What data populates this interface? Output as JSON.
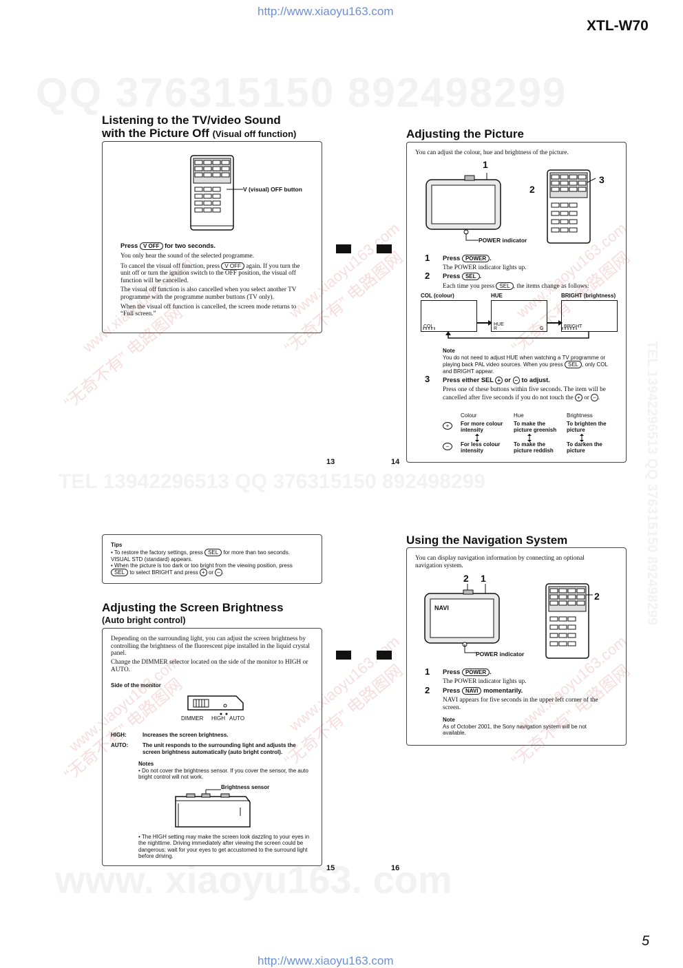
{
  "header": {
    "url_top": "http://www.xiaoyu163.com",
    "model": "XTL-W70",
    "url_bottom": "http://www.xiaoyu163.com",
    "page_number": "5"
  },
  "watermarks": {
    "qq_line": "QQ 376315150  892498299",
    "tel_line": "TEL 13942296513   QQ 376315150  892498299",
    "mid_line": "TEL 13942296513   QQ 376315150  892498299",
    "www_line": "www. xiaoyu163. com",
    "side_text": "TEL 13942296513  QQ 376315150  892498299",
    "diag_1": "“无奇不有” 电路图网",
    "diag_2": "www.xiaoyu163.com"
  },
  "visual_off": {
    "title_1": "Listening to the TV/video Sound",
    "title_2": "with the Picture Off",
    "title_2_small": "(Visual off function)",
    "callout": "V (visual) OFF button",
    "press_pre": "Press",
    "press_key": "V OFF",
    "press_post": "for two seconds.",
    "p1": "You only hear the sound of the selected programme.",
    "p2_pre": "To cancel the visual off function, press",
    "p2_key": "V OFF",
    "p2_post": "again. If you turn the unit off or turn the ignition switch to the OFF position, the visual off function will be cancelled.",
    "p3": "The visual off function is also cancelled when you select another TV programme with the programme number buttons (TV only).",
    "p4": "When the visual off function is cancelled, the screen mode returns to “Full screen.”",
    "page": "13"
  },
  "adjust_picture": {
    "title": "Adjusting the Picture",
    "intro": "You can adjust the colour, hue and brightness of the picture.",
    "callout_1": "1",
    "callout_2": "2",
    "callout_3": "3",
    "power_indicator": "POWER indicator",
    "step1_num": "1",
    "step1_pre": "Press",
    "step1_key": "POWER",
    "step1_text": "The POWER indicator lights up.",
    "step2_num": "2",
    "step2_pre": "Press",
    "step2_key": "SEL",
    "step2_text_pre": "Each time you press",
    "step2_text_key": "SEL",
    "step2_text_post": ", the items change as follows:",
    "cycle": [
      {
        "label": "COL (colour)",
        "screen": "COL"
      },
      {
        "label": "HUE",
        "screen": "HUE"
      },
      {
        "label": "BRIGHT (brightness)",
        "screen": "BRIGHT"
      }
    ],
    "hue_r": "R",
    "hue_g": "G",
    "note_title": "Note",
    "note_text_pre": "You do not need to adjust HUE when watching a TV programme or playing back PAL video sources. When you press",
    "note_key": "SEL",
    "note_text_post": ", only COL and BRIGHT appear.",
    "step3_num": "3",
    "step3_pre": "Press either SEL",
    "step3_plus": "+",
    "step3_or": "or",
    "step3_minus": "–",
    "step3_post": "to adjust.",
    "step3_text": "Press one of these buttons within five seconds. The item will be cancelled after five seconds if you do not touch the",
    "step3_text_end": "or",
    "table": {
      "headers": [
        "Colour",
        "Hue",
        "Brightness"
      ],
      "plus_row": [
        "For more colour intensity",
        "To make the picture greenish",
        "To brighten the picture"
      ],
      "minus_row": [
        "For less colour intensity",
        "To make the picture reddish",
        "To darken the picture"
      ]
    },
    "page": "14"
  },
  "tips": {
    "title": "Tips",
    "tip1_pre": "• To restore the factory settings, press",
    "tip1_key": "SEL",
    "tip1_post": "for more than two seconds. VISUAL STD (standard) appears.",
    "tip2_pre": "• When the picture is too dark or too bright from the viewing position, press",
    "tip2_key": "SEL",
    "tip2_mid": "to select BRIGHT and press",
    "tip2_plus": "+",
    "tip2_or": "or",
    "tip2_minus": "–"
  },
  "brightness": {
    "title": "Adjusting the Screen Brightness",
    "subtitle": "(Auto bright control)",
    "intro": "Depending on the surrounding light, you can adjust the screen brightness by controlling the brightness of the fluorescent pipe installed in the liquid crystal panel.",
    "intro2": "Change the DIMMER selector located on the side of the monitor to HIGH or AUTO.",
    "side_label": "Side of the monitor",
    "dimmer": "DIMMER",
    "high": "HIGH",
    "auto": "AUTO",
    "defs": [
      {
        "term": "HIGH:",
        "desc": "Increases the screen brightness."
      },
      {
        "term": "AUTO:",
        "desc": "The unit responds to the surrounding light and adjusts the screen brightness automatically (auto bright control)."
      }
    ],
    "notes_title": "Notes",
    "note1": "• Do not cover the brightness sensor. If you cover the sensor, the auto bright control will not work.",
    "sensor_label": "Brightness sensor",
    "note2": "• The HIGH setting may make the screen look dazzling to your eyes in the nighttime. Driving immediately after viewing the screen could be dangerous; wait for your eyes to get accustomed to the surround light before driving.",
    "page": "15"
  },
  "navigation": {
    "title": "Using the Navigation System",
    "intro": "You can display navigation information by connecting an optional navigation system.",
    "callout_2a": "2",
    "callout_1": "1",
    "callout_2b": "2",
    "screen_label": "NAVI",
    "power_indicator": "POWER indicator",
    "step1_num": "1",
    "step1_pre": "Press",
    "step1_key": "POWER",
    "step1_text": "The POWER indicator lights up.",
    "step2_num": "2",
    "step2_pre": "Press",
    "step2_key": "NAVI",
    "step2_post": "momentarily.",
    "step2_text": "NAVI appears for five seconds in the upper left corner of the screen.",
    "note_title": "Note",
    "note_text": "As of October 2001, the Sony navigation system will be not available.",
    "page": "16"
  }
}
